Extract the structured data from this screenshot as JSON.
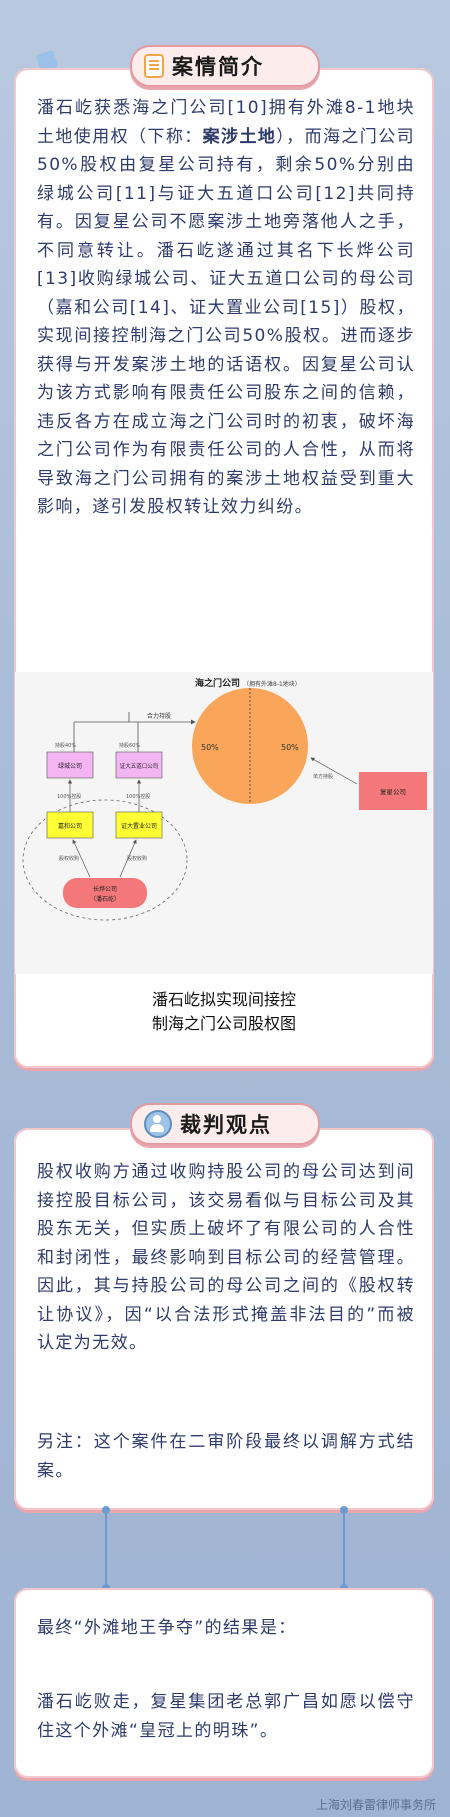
{
  "section1": {
    "title": "案情简介",
    "paragraph_before": "潘石屹获悉海之门公司[10]拥有外滩8-1地块土地使用权（下称：",
    "paragraph_bold": "案涉土地",
    "paragraph_after": "），而海之门公司50%股权由复星公司持有，剩余50%分别由绿城公司[11]与证大五道口公司[12]共同持有。因复星公司不愿案涉土地旁落他人之手，不同意转让。潘石屹遂通过其名下长烨公司[13]收购绿城公司、证大五道口公司的母公司（嘉和公司[14]、证大置业公司[15]）股权，实现间接控制海之门公司50%股权。进而逐步获得与开发案涉土地的话语权。因复星公司认为该方式影响有限责任公司股东之间的信赖，违反各方在成立海之门公司时的初衷，破坏海之门公司作为有限责任公司的人合性，从而将导致海之门公司拥有的案涉土地权益受到重大影响，遂引发股权转让效力纠纷。",
    "caption_line1": "潘石屹拟实现间接控",
    "caption_line2": "制海之门公司股权图"
  },
  "diagram": {
    "title": "海之门公司",
    "title_note": "（拥有外滩8-1地块）",
    "left_pct": "50%",
    "right_pct": "50%",
    "joint_label": "合力持股",
    "hold_label": "单方持股",
    "lvcheng": "绿城公司",
    "zhengda_wdk": "证大五道口公司",
    "holding40": "持股40%",
    "holding60": "持股60%",
    "jiahe": "嘉和公司",
    "zhengda_zy": "证大置业公司",
    "pct100_a": "100%控股",
    "pct100_b": "100%控股",
    "acq_a": "股权收购",
    "acq_b": "股权收购",
    "changye_line1": "长烨公司",
    "changye_line2": "（潘石屹）",
    "fosun": "复星公司",
    "colors": {
      "circle": "#f9a65a",
      "pink_box": "#f3b6f3",
      "yellow_box": "#ffff33",
      "red_box": "#f4787a"
    }
  },
  "section2": {
    "title": "裁判观点",
    "paragraph1": "股权收购方通过收购持股公司的母公司达到间接控股目标公司，该交易看似与目标公司及其股东无关，但实质上破坏了有限公司的人合性和封闭性，最终影响到目标公司的经营管理。因此，其与持股公司的母公司之间的《股权转让协议》，因“以合法形式掩盖非法目的”而被认定为无效。",
    "paragraph2": "另注：这个案件在二审阶段最终以调解方式结案。"
  },
  "section3": {
    "line1": "最终“外滩地王争夺”的结果是：",
    "line2": "潘石屹败走，复星集团老总郭广昌如愿以偿守住这个外滩“皇冠上的明珠”。"
  },
  "watermark": "上海刘春雷律师事务所"
}
